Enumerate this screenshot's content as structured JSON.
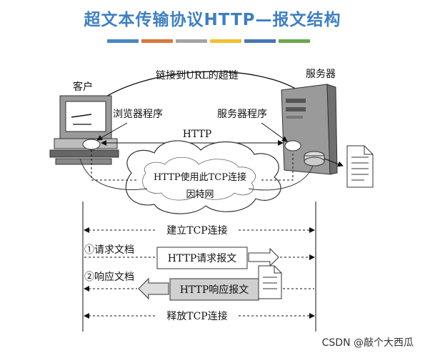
{
  "title": "超文本传输协议HTTP—报文结构",
  "color_bars": [
    "#4a86c5",
    "#d9773b",
    "#a4a4a4",
    "#f0c030",
    "#4a74b8",
    "#6aa84f"
  ],
  "diagram": {
    "client_label": "客户",
    "server_label": "服务器",
    "hyperlink_label": "链接到URL的超链",
    "browser_label": "浏览器程序",
    "server_program_label": "服务器程序",
    "http_label": "HTTP",
    "tcp_connection_label": "HTTP使用此TCP连接",
    "internet_label": "因特网",
    "establish_tcp": "建立TCP连接",
    "request_doc": "①请求文档",
    "request_msg": "HTTP请求报文",
    "response_doc": "②响应文档",
    "response_msg": "HTTP响应报文",
    "release_tcp": "释放TCP连接"
  },
  "watermark": "CSDN @敲个大西瓜"
}
